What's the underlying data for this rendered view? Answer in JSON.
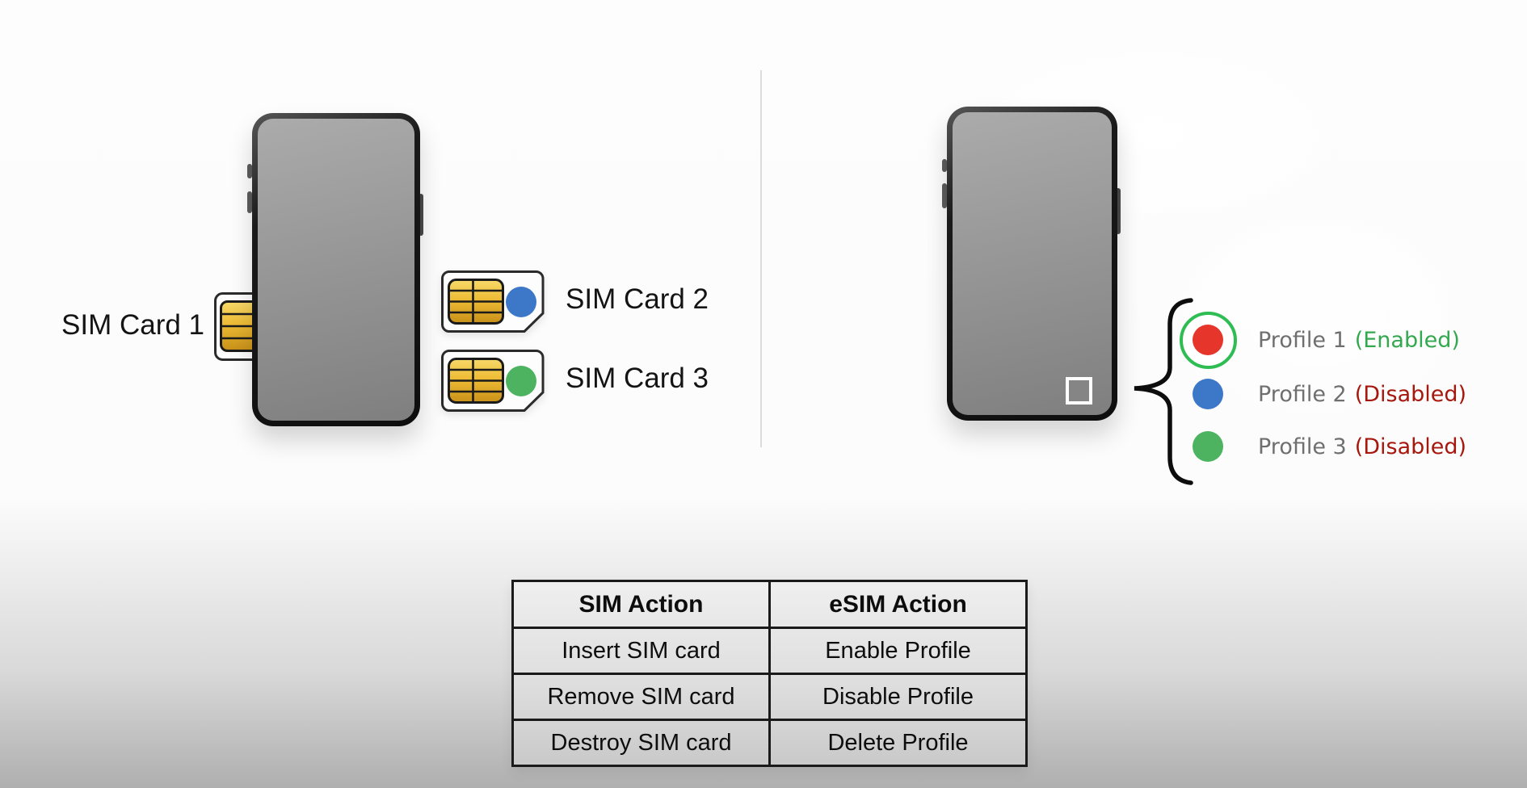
{
  "diagram": {
    "left": {
      "sim_cards": [
        {
          "label": "SIM Card 1"
        },
        {
          "label": "SIM Card 2",
          "dot_color": "#3c77c8"
        },
        {
          "label": "SIM Card 3",
          "dot_color": "#4db360"
        }
      ]
    },
    "right": {
      "profiles": [
        {
          "name": "Profile 1",
          "status": "(Enabled)",
          "dot_color": "#e6352b",
          "ring_color": "#2ebd53",
          "status_color": "#34a84f",
          "selected": true
        },
        {
          "name": "Profile 2",
          "status": "(Disabled)",
          "dot_color": "#3c77c8",
          "status_color": "#a6170d",
          "selected": false
        },
        {
          "name": "Profile 3",
          "status": "(Disabled)",
          "dot_color": "#4db360",
          "status_color": "#a6170d",
          "selected": false
        }
      ]
    },
    "table": {
      "headers": [
        "SIM Action",
        "eSIM Action"
      ],
      "rows": [
        [
          "Insert SIM card",
          "Enable Profile"
        ],
        [
          "Remove SIM card",
          "Disable Profile"
        ],
        [
          "Destroy SIM card",
          "Delete Profile"
        ]
      ]
    },
    "colors": {
      "profile_name_gray": "#6f6f6f",
      "enabled_green": "#34a84f",
      "disabled_red": "#a6170d",
      "chip_gold_light": "#f6d96a",
      "chip_gold_mid": "#eebc35",
      "chip_gold_dark": "#c89018",
      "phone_screen_gray": "#939393",
      "divider_gray": "#dcdcdc"
    }
  }
}
